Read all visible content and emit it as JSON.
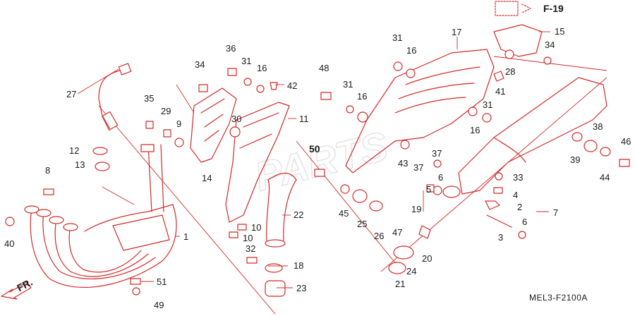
{
  "diagram": {
    "code": "MEL3-F2100A",
    "ref_label": "F-19",
    "front_label": "FR.",
    "watermark": "PARTS",
    "colors": {
      "line": "#d12a2a",
      "text": "#1a1a1a"
    },
    "callouts": {
      "c1": "1",
      "c2": "2",
      "c3": "3",
      "c4": "4",
      "c5": "5",
      "c6": "6",
      "c6b": "6",
      "c7": "7",
      "c8": "8",
      "c9": "9",
      "c10": "10",
      "c10b": "10",
      "c11": "11",
      "c12": "12",
      "c13": "13",
      "c14": "14",
      "c15": "15",
      "c16": "16",
      "c16b": "16",
      "c16c": "16",
      "c16d": "16",
      "c17": "17",
      "c18": "18",
      "c19": "19",
      "c20": "20",
      "c21": "21",
      "c22": "22",
      "c23": "23",
      "c24": "24",
      "c25": "25",
      "c26": "26",
      "c27": "27",
      "c28": "28",
      "c29": "29",
      "c30": "30",
      "c31": "31",
      "c31b": "31",
      "c31c": "31",
      "c31d": "31",
      "c32": "32",
      "c33": "33",
      "c34": "34",
      "c34b": "34",
      "c35": "35",
      "c36": "36",
      "c37": "37",
      "c37b": "37",
      "c38": "38",
      "c39": "39",
      "c40": "40",
      "c41": "41",
      "c42": "42",
      "c43": "43",
      "c44": "44",
      "c45": "45",
      "c46": "46",
      "c47": "47",
      "c48": "48",
      "c49": "49",
      "c50": "50",
      "c51": "51"
    }
  }
}
